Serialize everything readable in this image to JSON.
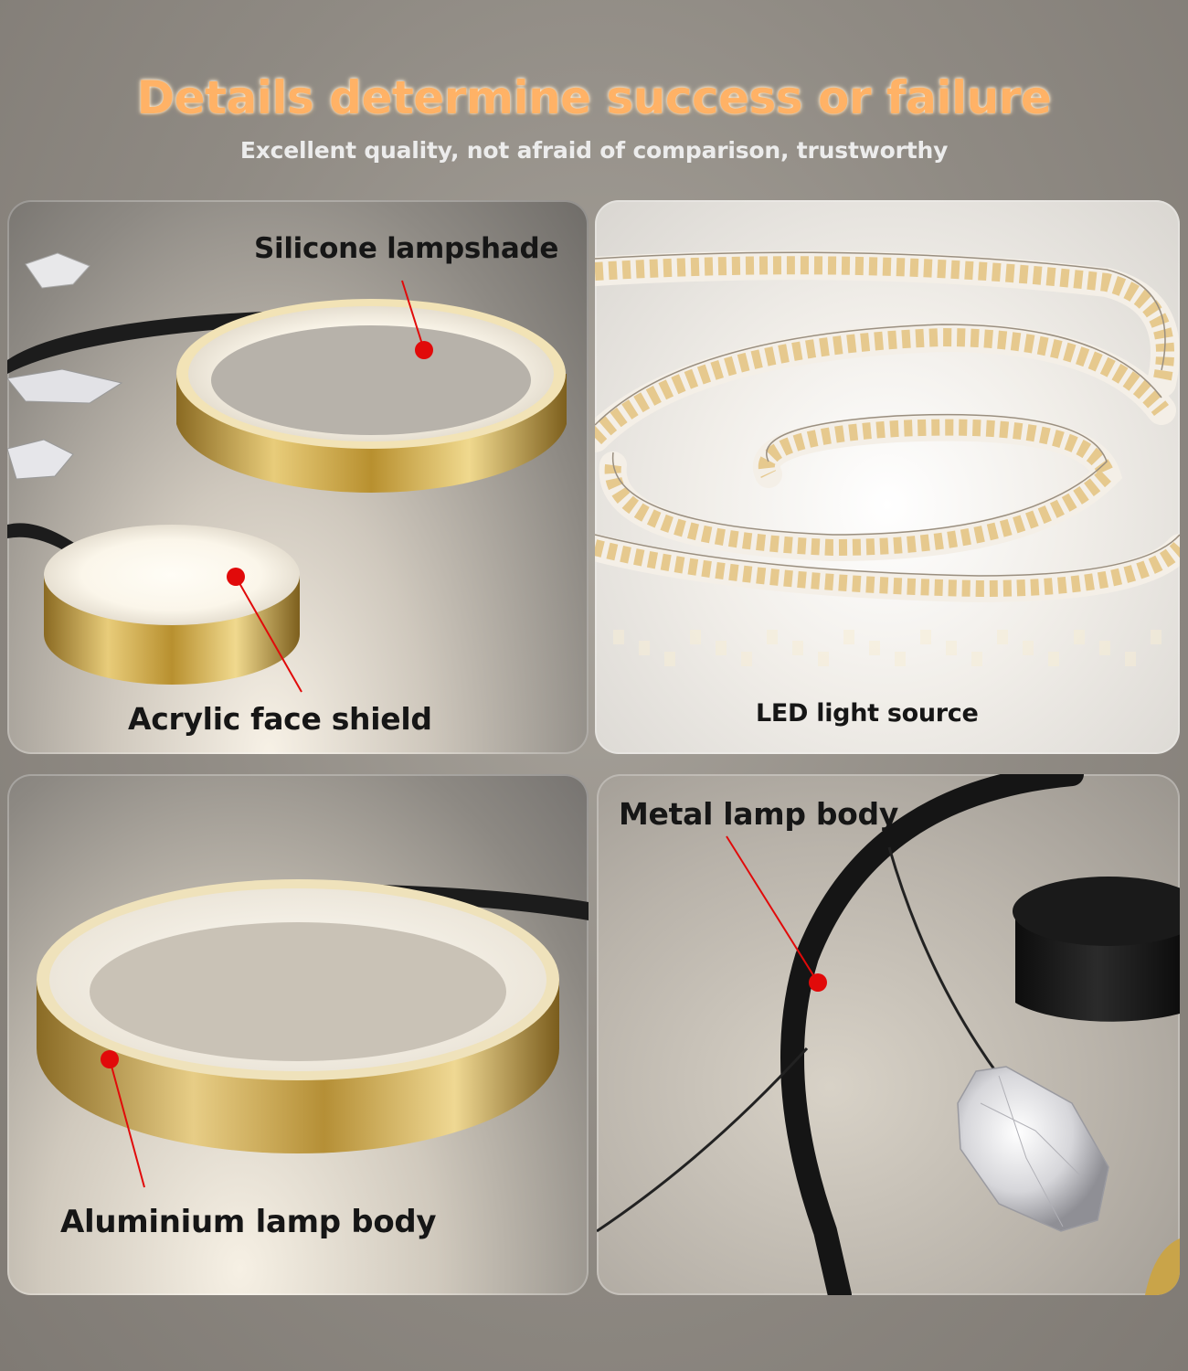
{
  "header": {
    "title": "Details determine success or failure",
    "subtitle": "Excellent quality, not afraid of comparison, trustworthy"
  },
  "panels": {
    "top_left": {
      "label_1": "Silicone lampshade",
      "label_2": "Acrylic face shield"
    },
    "top_right": {
      "label": "LED light source"
    },
    "bottom_left": {
      "label": "Aluminium lamp body"
    },
    "bottom_right": {
      "label": "Metal lamp body"
    }
  },
  "colors": {
    "title": "#ffb266",
    "subtitle": "#ececec",
    "marker": "#e10a0a",
    "gold": "#c9a449",
    "label": "#161616"
  }
}
